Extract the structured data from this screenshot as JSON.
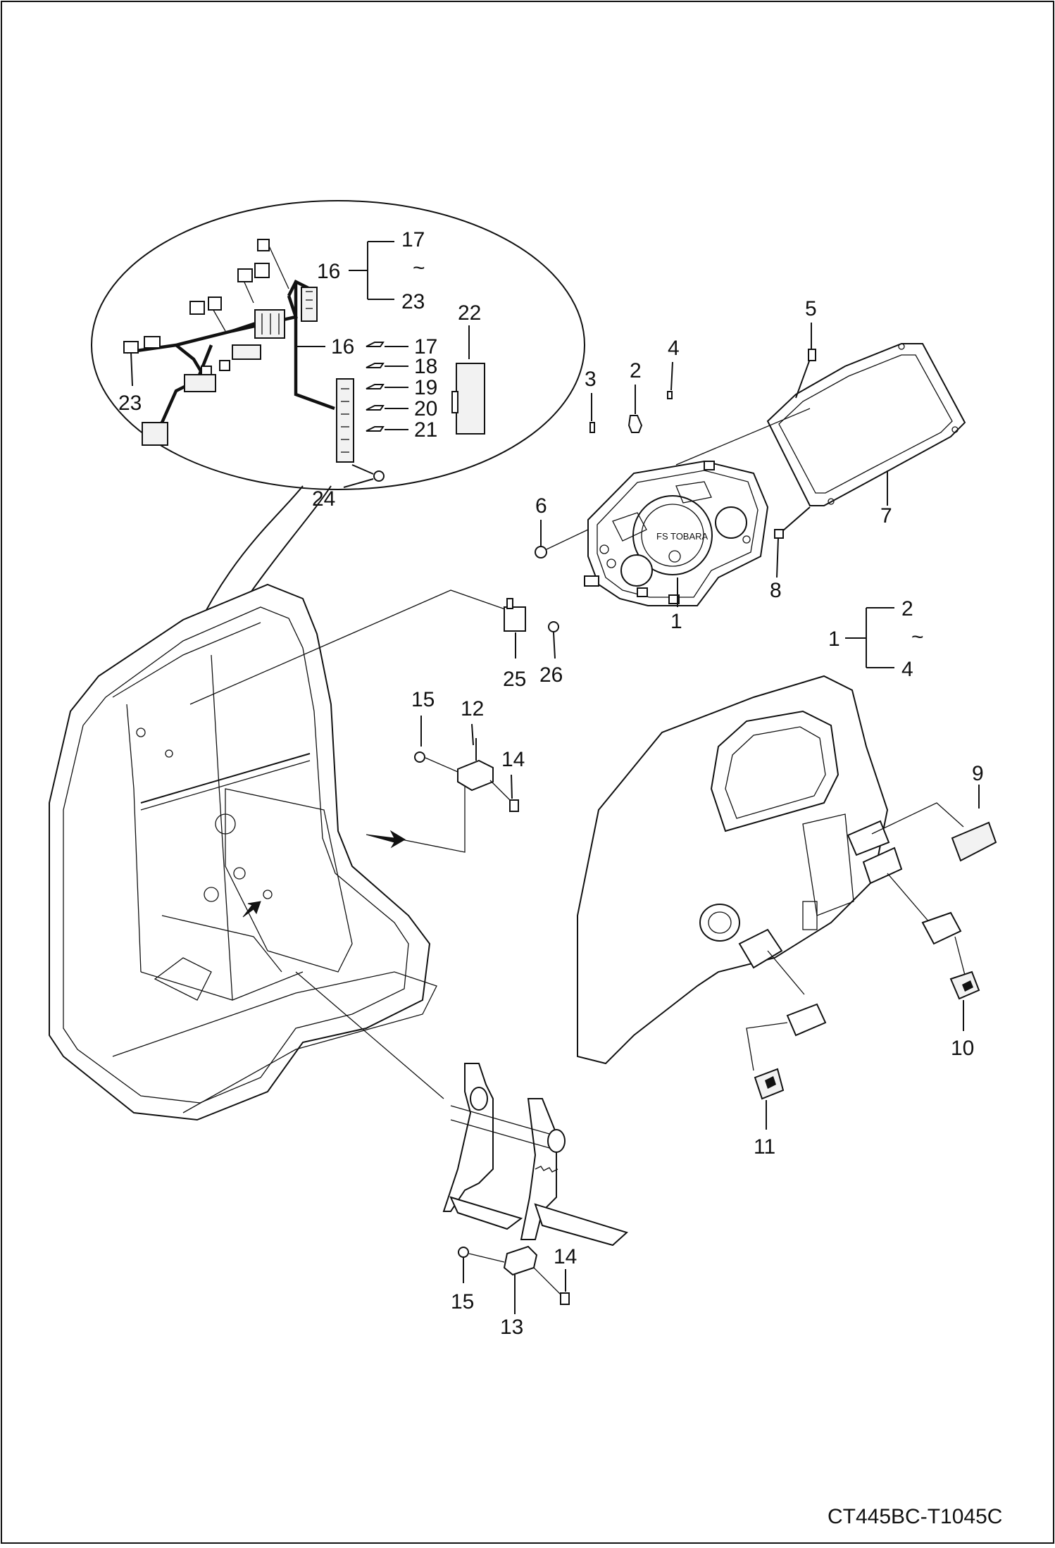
{
  "drawing_code": "CT445BC-T1045C",
  "callouts": {
    "c1": "1",
    "c2": "2",
    "c3": "3",
    "c4": "4",
    "c5": "5",
    "c6": "6",
    "c7": "7",
    "c8": "8",
    "c9": "9",
    "c10": "10",
    "c11": "11",
    "c12": "12",
    "c13": "13",
    "c14": "14",
    "c15": "15",
    "c16": "16",
    "c17": "17",
    "c18": "18",
    "c19": "19",
    "c20": "20",
    "c21": "21",
    "c22": "22",
    "c23": "23",
    "c24": "24",
    "c25": "25",
    "c26": "26"
  },
  "groups": {
    "harness": {
      "parent": "16",
      "from": "17",
      "tilde": "~",
      "to": "23"
    },
    "cluster": {
      "parent": "1",
      "from": "2",
      "tilde": "~",
      "to": "4"
    }
  },
  "gauge_text": "FS TOBARA"
}
